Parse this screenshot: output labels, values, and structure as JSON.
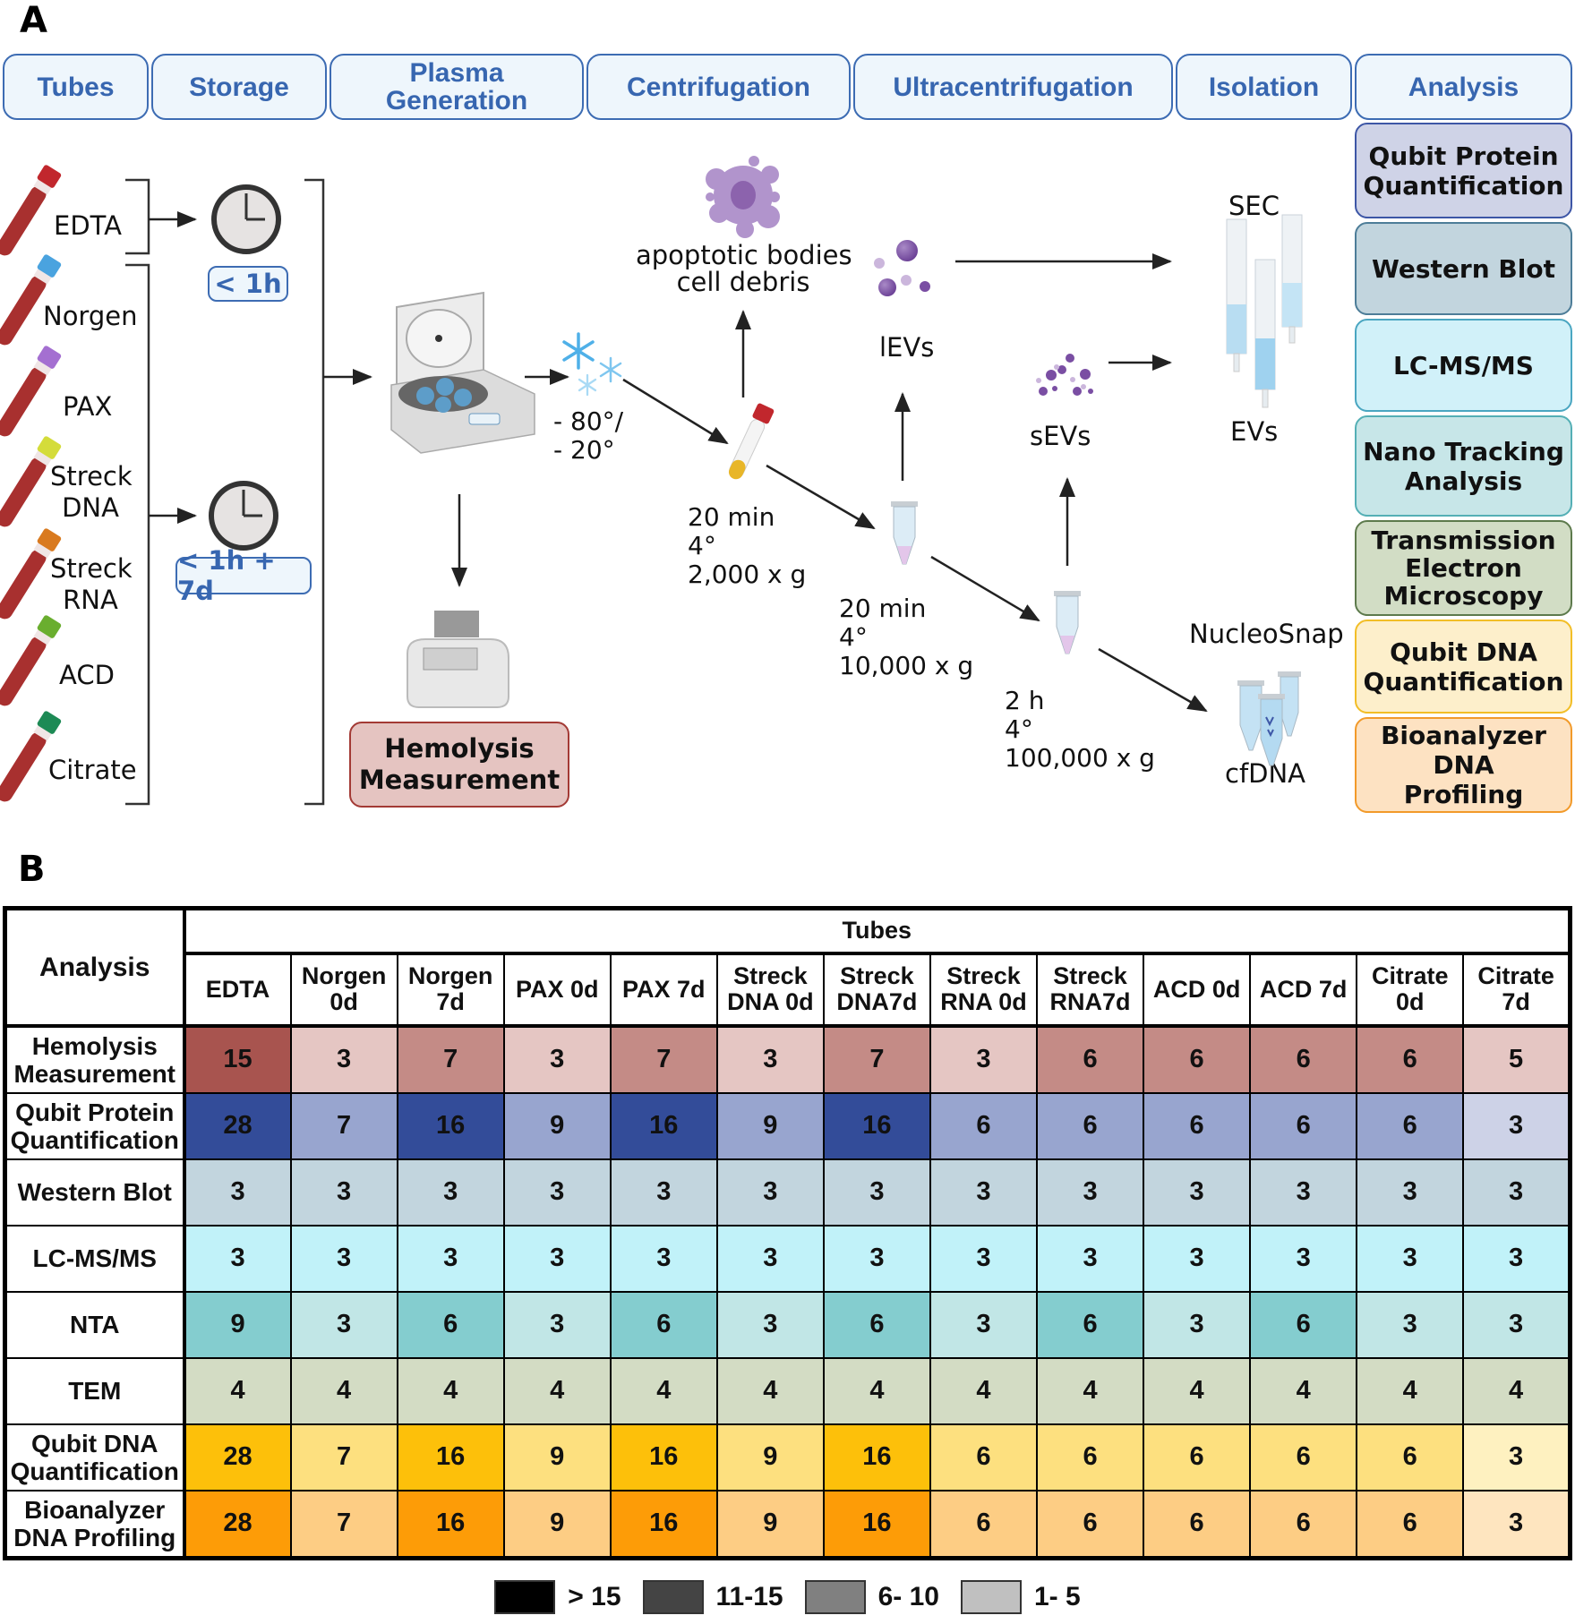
{
  "panel_a": {
    "label": "A",
    "stages": [
      "Tubes",
      "Storage",
      "Plasma Generation",
      "Centrifugation",
      "Ultracentrifugation",
      "Isolation",
      "Analysis"
    ],
    "tubes": [
      {
        "name": "EDTA",
        "cap_color": "#c1272d"
      },
      {
        "name": "Norgen",
        "cap_color": "#4aa3df"
      },
      {
        "name": "PAX",
        "cap_color": "#a46fd1"
      },
      {
        "name": "Streck DNA",
        "cap_color": "#d4dc3a"
      },
      {
        "name": "Streck RNA",
        "cap_color": "#d97a1f"
      },
      {
        "name": "ACD",
        "cap_color": "#6aae2f"
      },
      {
        "name": "Citrate",
        "cap_color": "#1d8a55"
      }
    ],
    "storage": {
      "short": "< 1h",
      "long": "< 1h + 7d"
    },
    "freeze_label": "- 80°/\n- 20°",
    "hemolysis_box": "Hemolysis Measurement",
    "apoptotic_label": "apoptotic bodies\ncell debris",
    "levs_label": "lEVs",
    "sevs_label": "sEVs",
    "sec_label": "SEC",
    "evs_label": "EVs",
    "nucleosnap_label": "NucleoSnap",
    "cfdna_label": "cfDNA",
    "centrifugation_steps": [
      "20 min\n4°\n2,000 x g",
      "20 min\n4°\n10,000 x g",
      "2 h\n4°\n100,000 x g"
    ],
    "analysis_boxes": [
      {
        "label": "Qubit Protein Quantification",
        "bg": "#cfd3e7",
        "border": "#3d56a6"
      },
      {
        "label": "Western Blot",
        "bg": "#c2d5de",
        "border": "#4d7d98"
      },
      {
        "label": "LC-MS/MS",
        "bg": "#d1f1f9",
        "border": "#4aa6c1"
      },
      {
        "label": "Nano Tracking Analysis",
        "bg": "#c7e6e8",
        "border": "#54afb5"
      },
      {
        "label": "Transmission Electron Microscopy",
        "bg": "#d2ddc5",
        "border": "#5d7a4c"
      },
      {
        "label": "Qubit DNA Quantification",
        "bg": "#fdefcb",
        "border": "#f2be27"
      },
      {
        "label": "Bioanalyzer DNA Profiling",
        "bg": "#fde2c2",
        "border": "#f29a2a"
      }
    ]
  },
  "panel_b": {
    "label": "B",
    "corner_header": "Analysis",
    "group_header": "Tubes",
    "columns": [
      "EDTA",
      "Norgen 0d",
      "Norgen 7d",
      "PAX 0d",
      "PAX 7d",
      "Streck DNA 0d",
      "Streck DNA7d",
      "Streck RNA 0d",
      "Streck RNA7d",
      "ACD 0d",
      "ACD 7d",
      "Citrate 0d",
      "Citrate 7d"
    ],
    "rows": [
      {
        "label": "Hemolysis Measurement",
        "values": [
          15,
          3,
          7,
          3,
          7,
          3,
          7,
          3,
          6,
          6,
          6,
          6,
          5
        ],
        "palette": {
          "gt15": "#a8544f",
          "11_15": "#a8544f",
          "6_10": "#c48b86",
          "1_5": "#e5c6c3"
        }
      },
      {
        "label": "Qubit Protein Quantification",
        "values": [
          28,
          7,
          16,
          9,
          16,
          9,
          16,
          6,
          6,
          6,
          6,
          6,
          3
        ],
        "palette": {
          "gt15": "#334c99",
          "11_15": "#5a6fb0",
          "6_10": "#98a5cf",
          "1_5": "#cdd2e7"
        }
      },
      {
        "label": "Western Blot",
        "values": [
          3,
          3,
          3,
          3,
          3,
          3,
          3,
          3,
          3,
          3,
          3,
          3,
          3
        ],
        "palette": {
          "gt15": "#4d7d98",
          "11_15": "#7ea3b6",
          "6_10": "#a8c2cf",
          "1_5": "#c2d5de"
        }
      },
      {
        "label": "LC-MS/MS",
        "values": [
          3,
          3,
          3,
          3,
          3,
          3,
          3,
          3,
          3,
          3,
          3,
          3,
          3
        ],
        "palette": {
          "gt15": "#4aa6c1",
          "11_15": "#80cde0",
          "6_10": "#a2e2ef",
          "1_5": "#c1f2f9"
        }
      },
      {
        "label": "NTA",
        "values": [
          9,
          3,
          6,
          3,
          6,
          3,
          6,
          3,
          6,
          3,
          6,
          3,
          3
        ],
        "palette": {
          "gt15": "#3f9ba0",
          "11_15": "#5db5b9",
          "6_10": "#84cdcf",
          "1_5": "#c1e6e6"
        }
      },
      {
        "label": "TEM",
        "values": [
          4,
          4,
          4,
          4,
          4,
          4,
          4,
          4,
          4,
          4,
          4,
          4,
          4
        ],
        "palette": {
          "gt15": "#5d7a4c",
          "11_15": "#8ea57c",
          "6_10": "#b4c5a5",
          "1_5": "#d3dcc4"
        }
      },
      {
        "label": "Qubit DNA Quantification",
        "values": [
          28,
          7,
          16,
          9,
          16,
          9,
          16,
          6,
          6,
          6,
          6,
          6,
          3
        ],
        "palette": {
          "gt15": "#fdc00a",
          "11_15": "#fdcf4a",
          "6_10": "#fde07f",
          "1_5": "#fef1c0"
        }
      },
      {
        "label": "Bioanalyzer DNA Profiling",
        "values": [
          28,
          7,
          16,
          9,
          16,
          9,
          16,
          6,
          6,
          6,
          6,
          6,
          3
        ],
        "palette": {
          "gt15": "#fd9c07",
          "11_15": "#fdb54a",
          "6_10": "#fdcd84",
          "1_5": "#fee5bf"
        }
      }
    ],
    "legend": [
      {
        "label": "> 15",
        "color": "#000000"
      },
      {
        "label": "11-15",
        "color": "#444444"
      },
      {
        "label": "6- 10",
        "color": "#808080"
      },
      {
        "label": "1- 5",
        "color": "#c0c0c0"
      }
    ]
  }
}
